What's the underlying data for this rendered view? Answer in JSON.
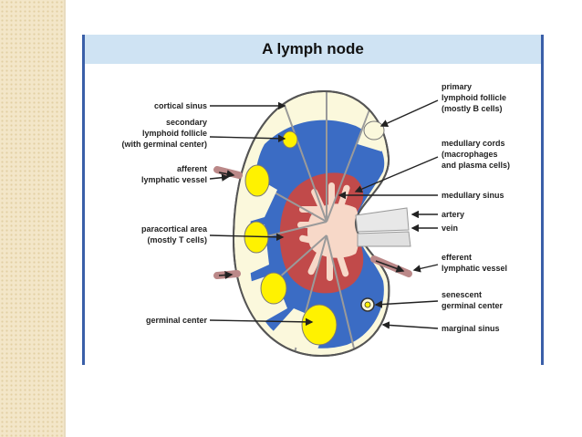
{
  "title": "A lymph node",
  "colors": {
    "cortex": "#fbf8dc",
    "paracortex": "#3b6cc4",
    "medullary_cords": "#c14a4a",
    "medulla": "#f7d8c8",
    "follicle": "#fff200",
    "outline": "#555555",
    "frame": "#3a5fa8",
    "side_strip": "#f3e6c8"
  },
  "labels_left": {
    "cortical_sinus": "cortical sinus",
    "secondary_follicle": [
      "secondary",
      "lymphoid follicle",
      "(with germinal center)"
    ],
    "afferent_vessel": [
      "afferent",
      "lymphatic vessel"
    ],
    "paracortical_area": [
      "paracortical area",
      "(mostly T cells)"
    ],
    "germinal_center": "germinal center"
  },
  "labels_right": {
    "primary_follicle": [
      "primary",
      "lymphoid follicle",
      "(mostly B cells)"
    ],
    "medullary_cords": [
      "medullary cords",
      "(macrophages",
      "and plasma cells)"
    ],
    "medullary_sinus": "medullary sinus",
    "artery": "artery",
    "vein": "vein",
    "efferent_vessel": [
      "efferent",
      "lymphatic vessel"
    ],
    "senescent_center": [
      "senescent",
      "germinal center"
    ],
    "marginal_sinus": "marginal sinus"
  }
}
